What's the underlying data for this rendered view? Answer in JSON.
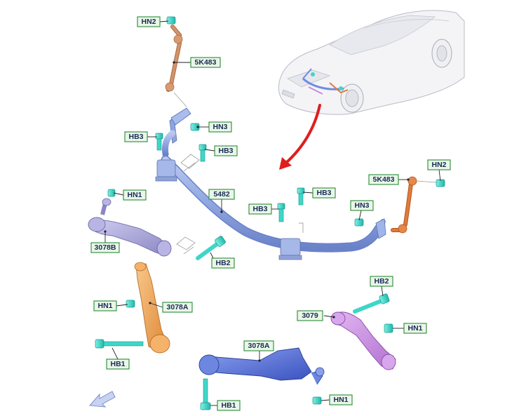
{
  "labels": {
    "hn2_top": "HN2",
    "sk483_left": "5K483",
    "hn3_left": "HN3",
    "hb3_left": "HB3",
    "hb3_mid": "HB3",
    "hn1_left": "HN1",
    "stab_bar": "5482",
    "hb3_center": "HB3",
    "hb3_center_right": "HB3",
    "sk483_right": "5K483",
    "hn2_right": "HN2",
    "hn3_right": "HN3",
    "arm_3078b": "3078B",
    "hb2_left": "HB2",
    "hn1_mid": "HN1",
    "arm_3078a_left": "3078A",
    "hb1_left": "HB1",
    "hb2_right": "HB2",
    "arm_3079": "3079",
    "hn1_right": "HN1",
    "arm_3078a_bottom": "3078A",
    "hb1_bottom": "HB1",
    "hn1_bottom": "HN1"
  },
  "colors": {
    "stabilizer": "#8fa6e0",
    "link_left": "#d4936a",
    "link_right": "#e07a3a",
    "arm_3078b": "#a7a4d6",
    "arm_orange": "#f2a95a",
    "arm_blue": "#5a73d6",
    "arm_purple": "#c98be0",
    "fastener": "#3fd6c8",
    "pointer_arrow": "#e01e1e",
    "label_fill": "#e9f7e6",
    "label_stroke": "#2c8a3a"
  }
}
